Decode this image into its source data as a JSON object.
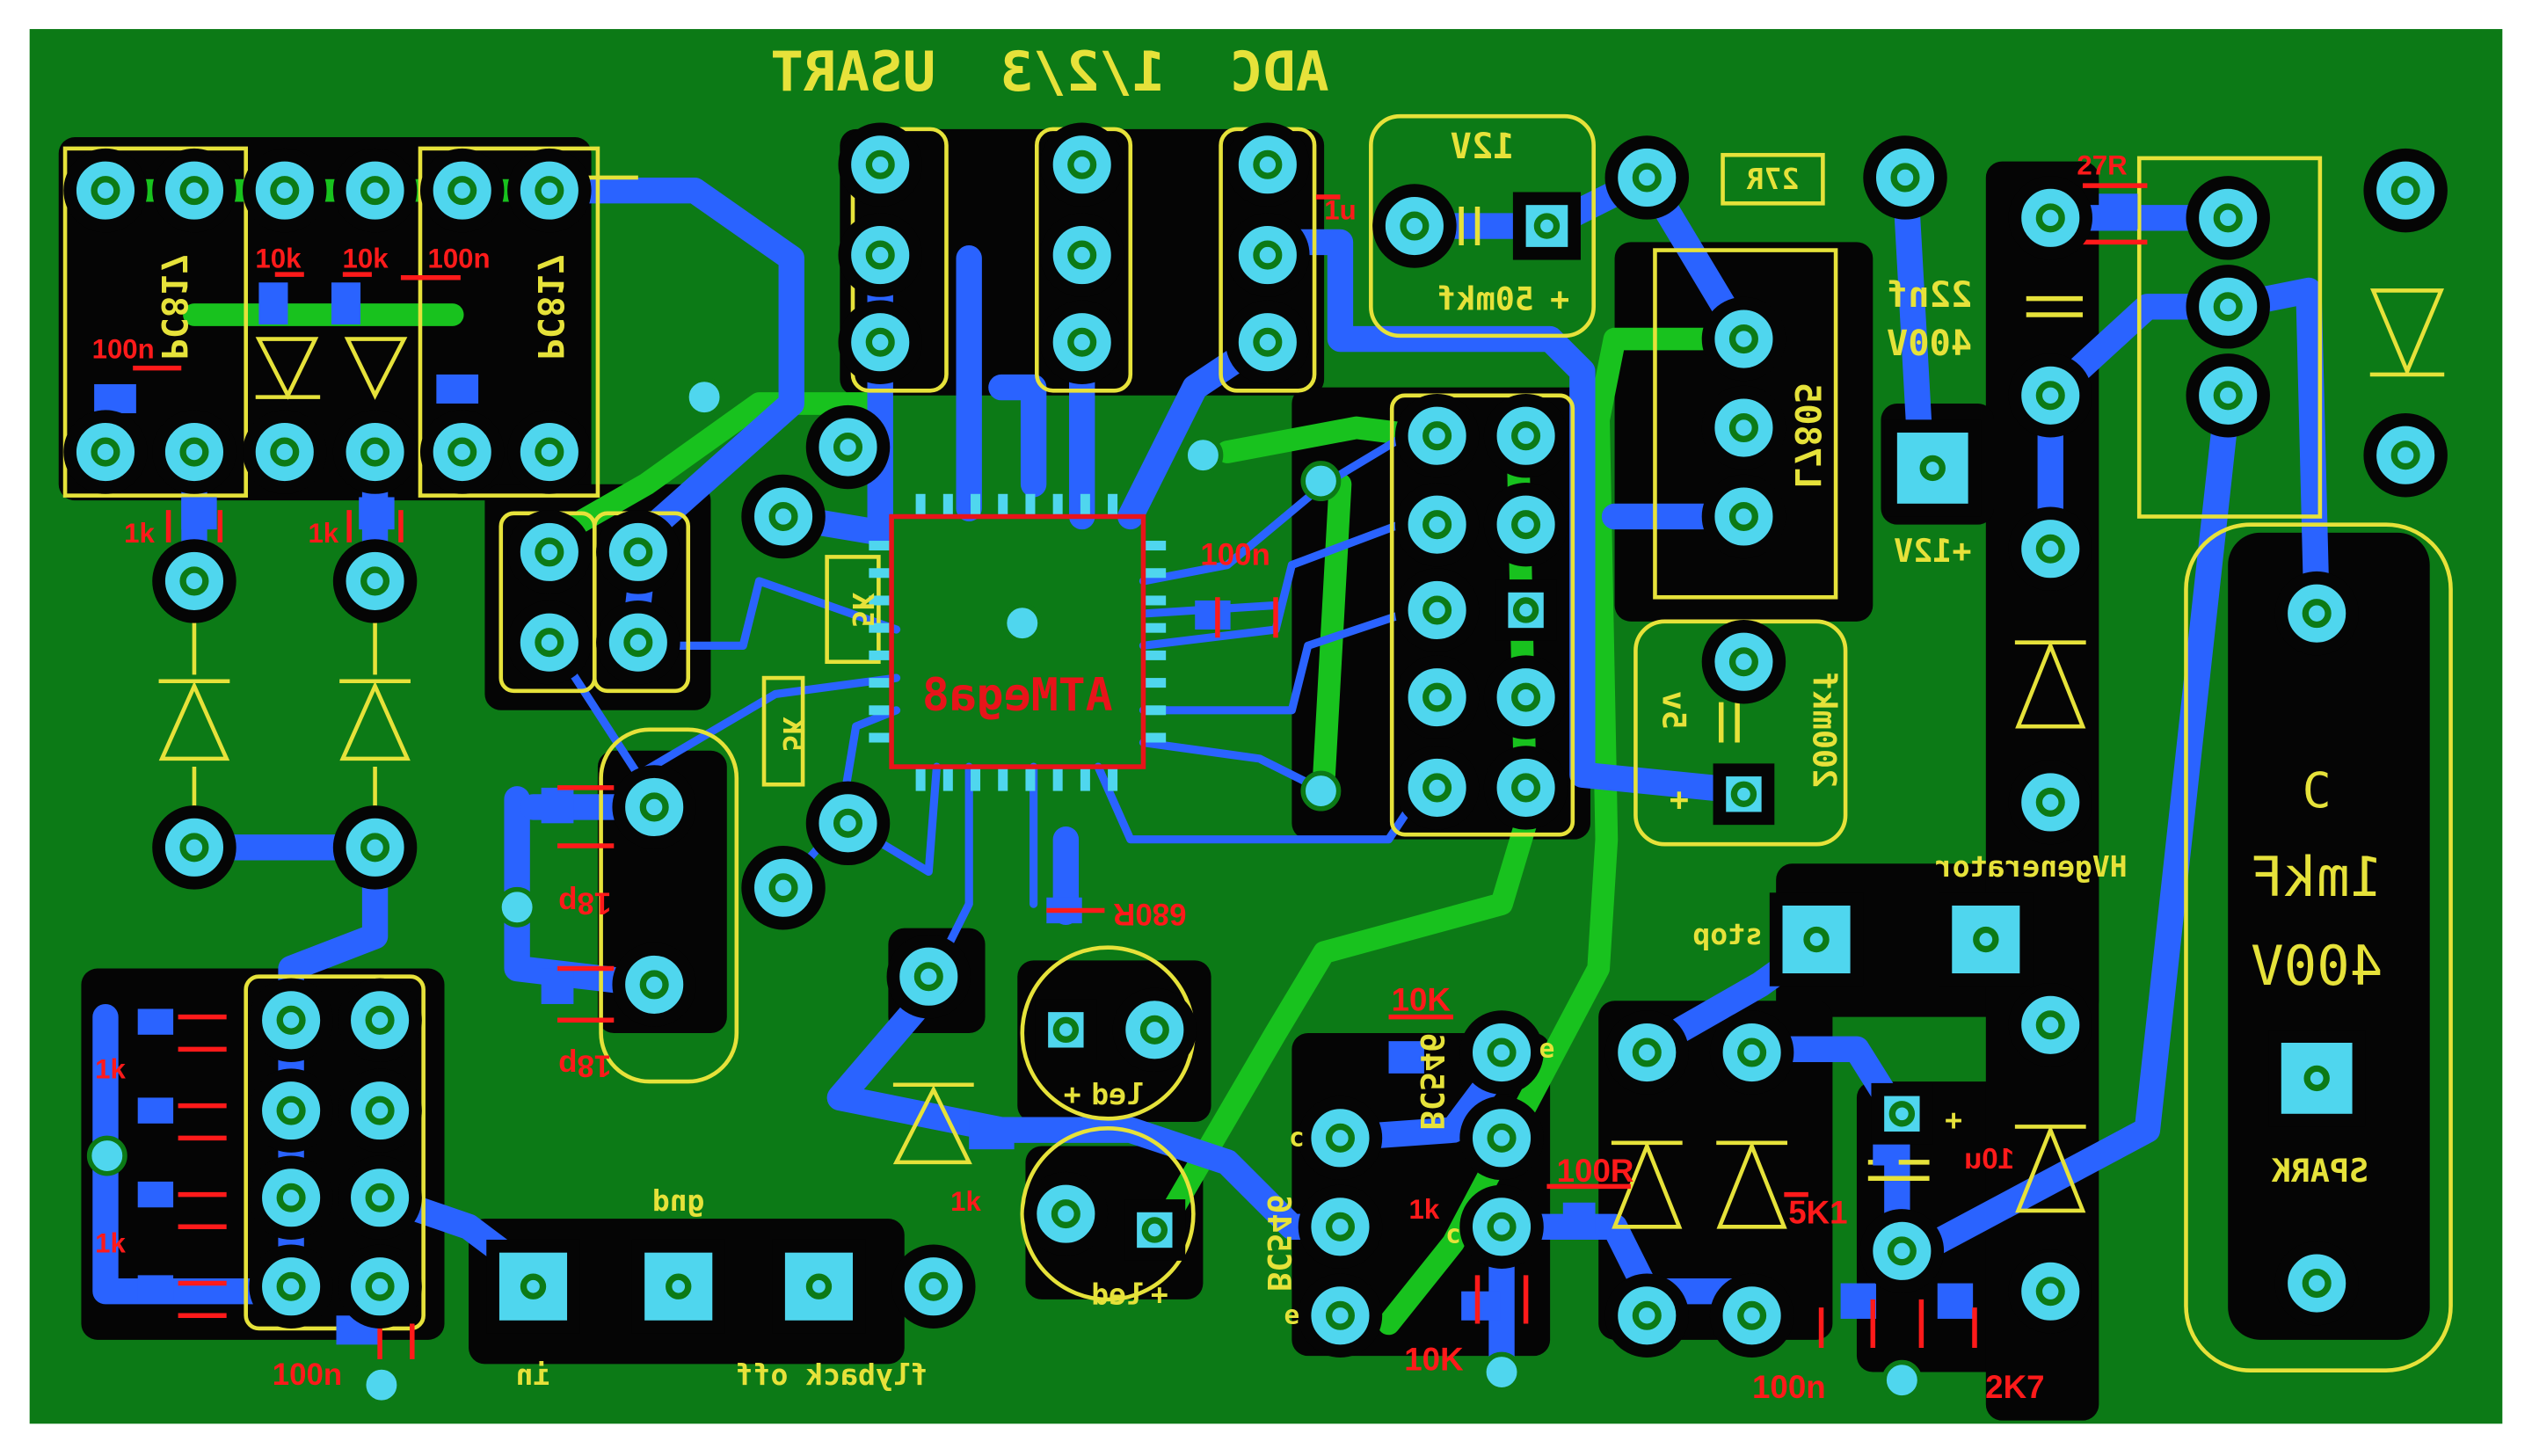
{
  "board": {
    "colors": {
      "background": "#ffffff",
      "substrate": "#0c7a16",
      "ground_void": "#050505",
      "bottom_copper": "#2a63ff",
      "top_copper": "#18c21e",
      "pads": "#4fd6ee",
      "silkscreen": "#e6e23a",
      "values_text": "#ff1a1a"
    },
    "connector_labels": [
      "USART",
      "1/2/3",
      "ADC"
    ],
    "chip": "ATMega8",
    "component_labels": {
      "pc817_a": "PC817",
      "pc817_b": "PC817",
      "l7805": "L7805",
      "cap_12v_value": "50mkf",
      "cap_12v_top": "12V",
      "cap_12v_plus": "+",
      "cap_5v_value": "200mkf",
      "cap_5v_top": "5v",
      "cap_5v_plus": "+",
      "cap_22nf_value": "22nf",
      "cap_22nf_voltage": "400V",
      "plus12v": "+12V",
      "big_cap_name": "C",
      "big_cap_value": "1mkF",
      "big_cap_voltage": "400V",
      "spark": "SPARK",
      "hvgenerator": "HVgenerator",
      "stop": "stop",
      "gnd": "gnd",
      "in": "in",
      "flyback_off": "flyback off",
      "led1": "led",
      "led1_plus": "+",
      "led2": "led",
      "led2_plus": "+",
      "bc546_a": "BC546",
      "bc546_b": "BC546",
      "pin_c1": "c",
      "pin_e1": "e",
      "pin_c2": "c",
      "pin_e2": "e",
      "cap_10u_plus": "+",
      "plus_5v_cap": "+",
      "r_5k_a": "5K",
      "r_5k_b": "5K",
      "r_27r": "27R"
    },
    "value_labels": {
      "r_100n_a": "100n",
      "r_10k_a": "10k",
      "r_10k_b": "10k",
      "r_100n_b": "100n",
      "r_1k_a": "1k",
      "r_1k_b": "1k",
      "c_100n_c": "100n",
      "c_18p_a": "18p",
      "c_18p_b": "18p",
      "r_680r": "680R",
      "r_1k_c": "1k",
      "r_1k_d": "1k",
      "r_1k_e": "1k",
      "c_100n_d": "100n",
      "r_10k_c": "10K",
      "r_1k_f": "1k",
      "r_10k_d": "10K",
      "r_100r": "100R",
      "r_5k1": "5K1",
      "c_10u": "10u",
      "c_100n_e": "100n",
      "r_2k7": "2K7",
      "c_1u": "1u",
      "r_27r_red": "27R"
    }
  }
}
